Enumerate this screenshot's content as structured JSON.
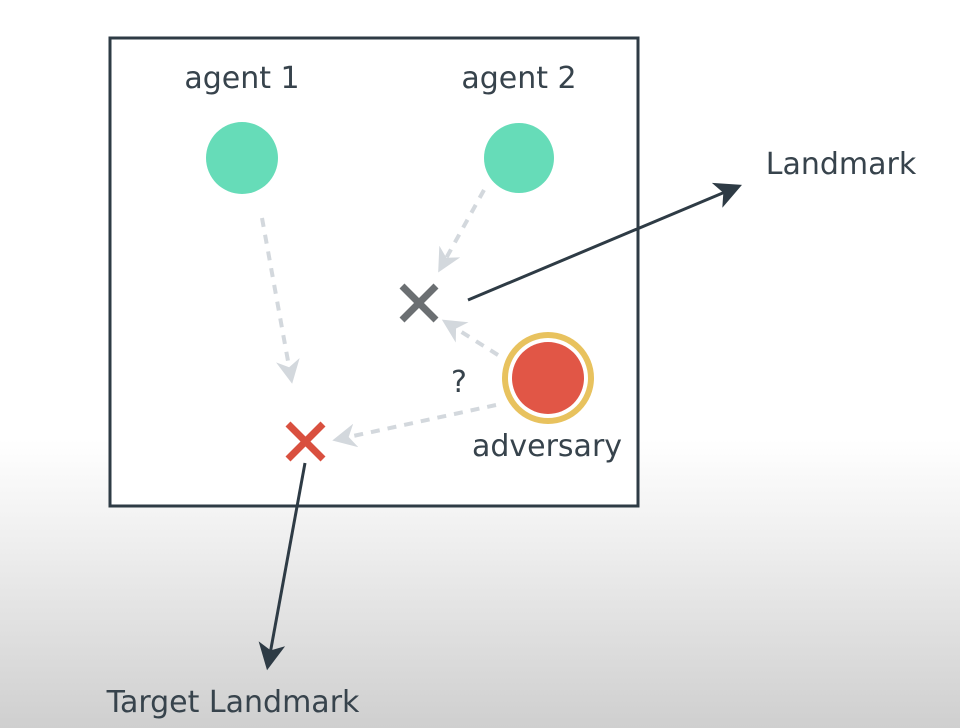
{
  "labels": {
    "agent1": "agent 1",
    "agent2": "agent 2",
    "landmark": "Landmark",
    "adversary": "adversary",
    "question": "?",
    "target_landmark": "Target Landmark"
  },
  "colors": {
    "agent": "#66dcb8",
    "adversary": "#e15646",
    "adversary_ring": "#e8c25e",
    "target_x": "#d9503f",
    "landmark_x": "#6b6f72",
    "dashed_arrow": "#d3d8dd",
    "solid_arrow": "#2e3b45",
    "frame": "#2e3b45"
  },
  "icons": {
    "agent": "circle",
    "adversary": "ringed-circle",
    "landmark": "x-mark",
    "target_landmark": "x-mark"
  }
}
